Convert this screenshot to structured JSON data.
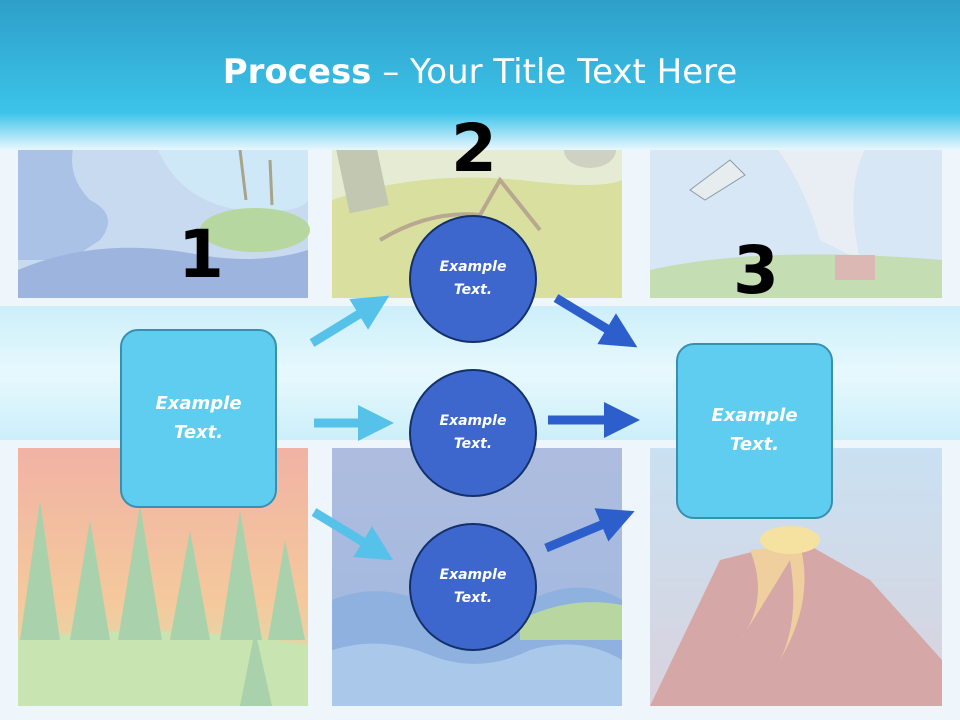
{
  "title": {
    "bold": "Process",
    "rest": " – Your Title Text Here"
  },
  "numbers": [
    "1",
    "2",
    "3"
  ],
  "box_left": "Example\nText.",
  "box_right": "Example\nText.",
  "circles": [
    "Example\nText.",
    "Example\nText.",
    "Example\nText."
  ],
  "colors": {
    "header": "#2fb3dc",
    "box_fill": "#5fcdef",
    "circle_fill": "#3d67cc",
    "arrow_light": "#56c2ea",
    "arrow_dark": "#2d5fcc"
  },
  "background_panels": [
    "flood-scene",
    "earthquake-scene",
    "tornado-scene",
    "forest-fire-scene",
    "storm-waves-scene",
    "volcano-scene"
  ]
}
